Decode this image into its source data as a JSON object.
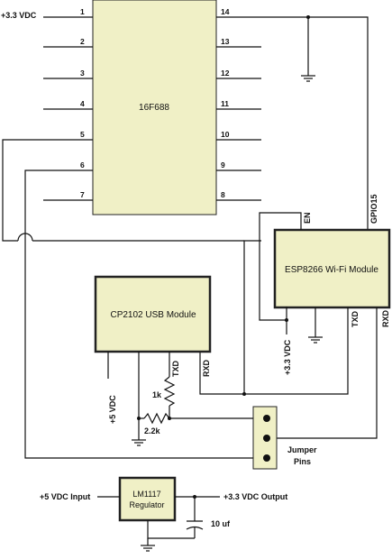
{
  "mcu": {
    "name": "16F688",
    "pins": [
      "1",
      "2",
      "3",
      "4",
      "5",
      "6",
      "7",
      "8",
      "9",
      "10",
      "11",
      "12",
      "13",
      "14"
    ],
    "vcc_label": "+3.3 VDC"
  },
  "esp": {
    "name": "ESP8266 Wi-Fi Module",
    "en": "EN",
    "gpio15": "GPIO15",
    "vcc": "+3.3 VDC",
    "txd": "TXD",
    "rxd": "RXD"
  },
  "usb": {
    "name": "CP2102 USB Module",
    "vcc": "+5 VDC",
    "txd": "TXD",
    "rxd": "RXD"
  },
  "resistors": {
    "r1": "1k",
    "r2": "2.2k"
  },
  "jumper": {
    "label_line1": "Jumper",
    "label_line2": "Pins"
  },
  "regulator": {
    "name_line1": "LM1117",
    "name_line2": "Regulator",
    "input": "+5 VDC Input",
    "output": "+3.3 VDC Output",
    "cap": "10 uf"
  }
}
